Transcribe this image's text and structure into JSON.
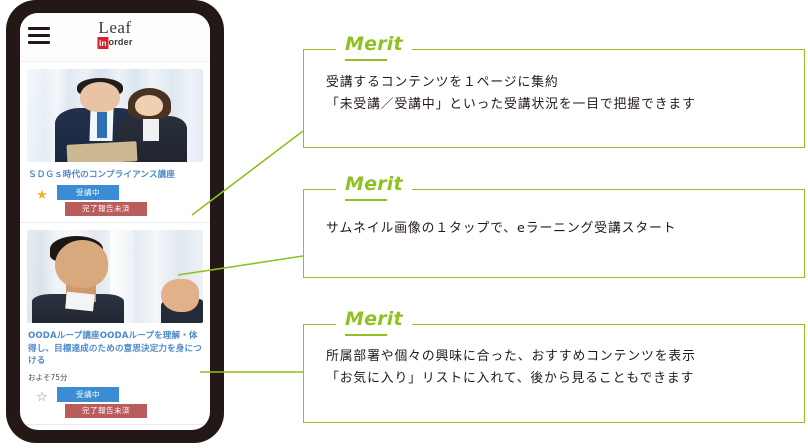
{
  "phone": {
    "app": {
      "brand": {
        "name": "Leaf",
        "badge": "in",
        "suffix": "order"
      },
      "menu_icon": "hamburger-menu-icon",
      "courses": [
        {
          "title": "ＳＤＧｓ時代のコンプライアンス講座",
          "duration": "",
          "favorite": true,
          "favorite_glyph": "★",
          "status_badge": "受講中",
          "report_badge": "完了報告未済",
          "thumbnail": "business-man-and-woman-with-laptop-photo"
        },
        {
          "title": "OODAループ講座OODAループを理解・体得し、目標達成のための意思決定力を身につける",
          "duration": "およそ75分",
          "favorite": false,
          "favorite_glyph": "☆",
          "status_badge": "受講中",
          "report_badge": "完了報告未済",
          "thumbnail": "businessman-speaking-presentation-photo"
        }
      ]
    }
  },
  "merits": [
    {
      "label": "Merit",
      "lines": [
        "受講するコンテンツを１ページに集約",
        "「未受講／受講中」といった受講状況を一目で把握できます"
      ]
    },
    {
      "label": "Merit",
      "lines": [
        "サムネイル画像の１タップで、eラーニング受講スタート"
      ]
    },
    {
      "label": "Merit",
      "lines": [
        "所属部署や個々の興味に合った、おすすめコンテンツを表示",
        "「お気に入り」リストに入れて、後から見ることもできます"
      ]
    }
  ],
  "colors": {
    "accent_green": "#8dc21f",
    "frame_dark": "#231815",
    "title_blue": "#4d89c8",
    "badge_blue": "#3a8dd4",
    "badge_red": "#b85c5c",
    "star_gold": "#f0b323",
    "brand_red": "#d8232a"
  }
}
